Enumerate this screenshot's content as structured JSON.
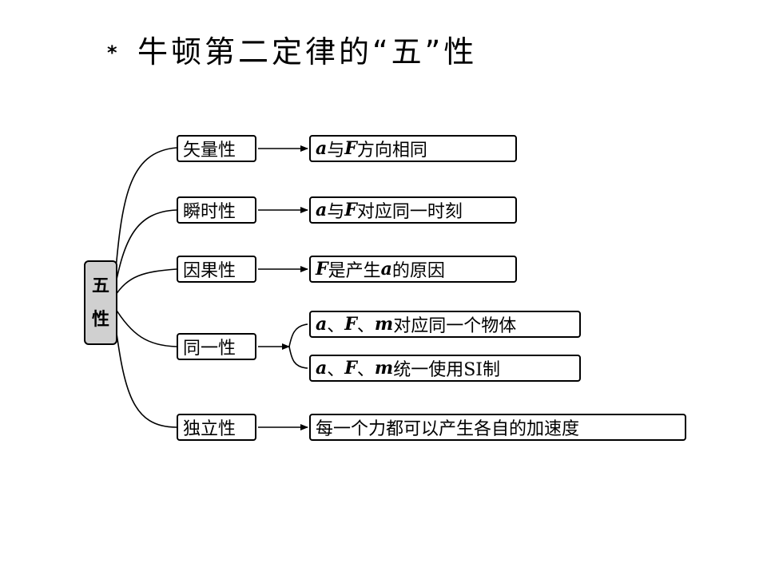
{
  "slide": {
    "bullet": "*",
    "title": "牛顿第二定律的“五”性"
  },
  "diagram": {
    "root": {
      "line1": "五",
      "line2": "性"
    },
    "branches": [
      {
        "label": "矢量性",
        "desc": {
          "v1": "a",
          "t1": "与",
          "v2": "F",
          "t2": "方向相同"
        }
      },
      {
        "label": "瞬时性",
        "desc": {
          "v1": "a",
          "t1": "与",
          "v2": "F",
          "t2": "对应同一时刻"
        }
      },
      {
        "label": "因果性",
        "desc": {
          "v1": "F",
          "t1": "是产生",
          "v2": "a",
          "t2": "的原因"
        }
      },
      {
        "label": "同一性",
        "desc_a": {
          "v1": "a",
          "s1": "、",
          "v2": "F",
          "s2": "、",
          "v3": "m",
          "t": "对应同一个物体"
        },
        "desc_b": {
          "v1": "a",
          "s1": "、",
          "v2": "F",
          "s2": "、",
          "v3": "m",
          "t": "统一使用SI制"
        }
      },
      {
        "label": "独立性",
        "desc": {
          "t": "每一个力都可以产生各自的加速度"
        }
      }
    ]
  }
}
